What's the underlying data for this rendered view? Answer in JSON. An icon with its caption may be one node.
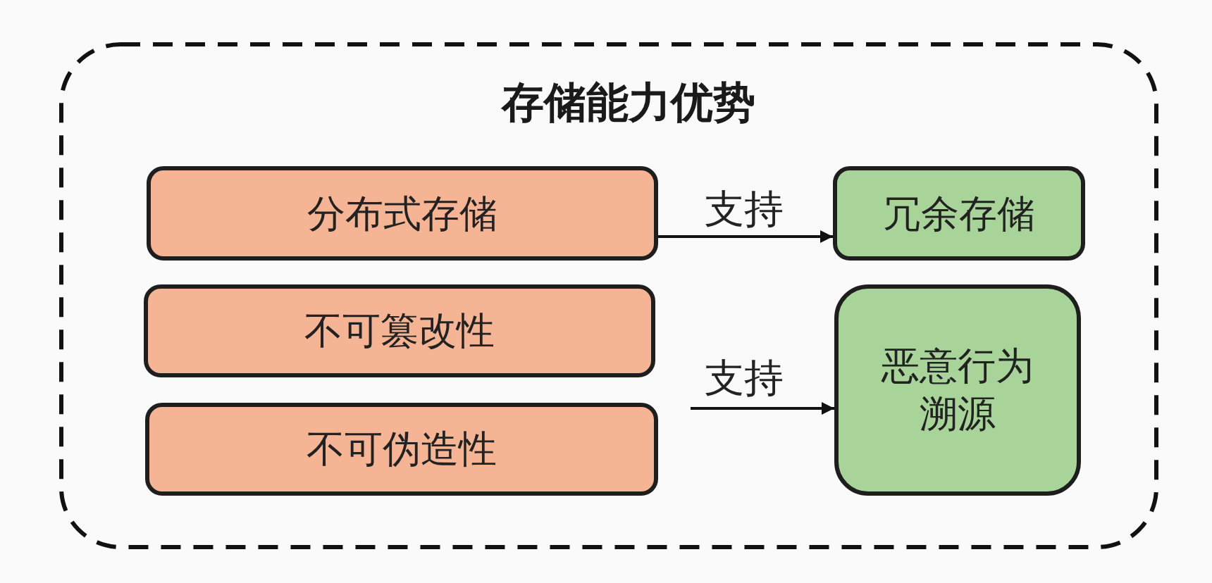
{
  "diagram": {
    "nodes": [
      {
        "text": [
          "存储能力优势"
        ]
      },
      {
        "text": [
          "分布式存储"
        ],
        "in": 0
      },
      {
        "text": [
          "不可篡改性"
        ],
        "in": 0
      },
      {
        "text": [
          "不可伪造性"
        ],
        "in": 0
      },
      {
        "text": [
          "冗余存储"
        ],
        "in": 0
      },
      {
        "text": [
          "恶意行为溯源"
        ],
        "in": 0
      }
    ],
    "edges": [
      {
        "from": 1,
        "to": 4,
        "arrow": "to",
        "label": "支持"
      },
      {
        "from": null,
        "to": 5,
        "arrow": "to",
        "label": "支持"
      }
    ]
  }
}
